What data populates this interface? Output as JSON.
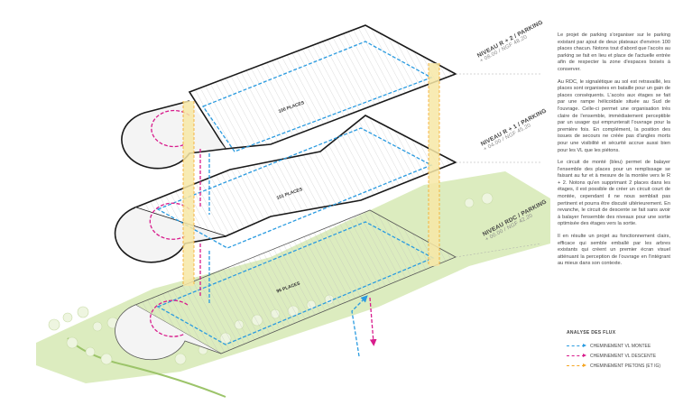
{
  "levels": [
    {
      "id": "r2",
      "name": "NIVEAU R + 2 / PARKING",
      "elevation": "+ 08.00 / NGF 48.20",
      "places": "100 PLACES"
    },
    {
      "id": "r1",
      "name": "NIVEAU R + 1 / PARKING",
      "elevation": "+ 04.00 / NGF 45.20",
      "places": "101 PLACES"
    },
    {
      "id": "rdc",
      "name": "NIVEAU RDC / PARKING",
      "elevation": "+ 00.00 / NGF 42.20",
      "places": "96 PLACES"
    }
  ],
  "text": {
    "p1": "Le projet de parking s'organiser sur le parking existant par ajout de deux plateaux d'environ 100 places chacun. Notons tout d'abord que l'accès au parking se fait en lieu et place de l'actuelle entrée afin de respecter la zone d'espaces boisés à conserver.",
    "p2": "Au RDC, le signalétique au sol est retravaillé, les places sont organisées en bataille pour un gain de places conséquents. L'accès aux étages se fait par une rampe hélicoïdale située au Sud de l'ouvrage. Celle-ci permet une organisation très claire de l'ensemble, immédiatement perceptible par un usager qui emprunterait l'ouvrage pour la première fois. En complément, la position des issues de secours ne créée pas d'angles morts pour une visibilité et sécurité accrue aussi bien pour les VL que les piétons.",
    "p3": "Le circuit de monté (bleu) permet de balayer l'ensemble des places pour un remplissage se faisant au fur et à mesure de la montée vers le R + 2. Notons qu'en supprimant 2 places dans les étages, il est possible de créer un circuit court de montée, cependant il ne nous semblait pas pertinent et pourra être discuté ultérieurement. En revanche, le circuit de descente se fait sans avoir à balayer l'ensemble des niveaux pour une sortie optimisée des étages vers la sortie.",
    "p4": "Il en résulte un projet au fonctionnement clairs, efficace qui semble emballé par les arbres existants qui créent un premier écran visuel atténuant la perception de l'ouvrage en l'intégrant au mieux dans son contexte."
  },
  "legend": {
    "title": "ANALYSE DES FLUX",
    "items": [
      {
        "label": "CHEMINEMENT VL MONTEE",
        "color": "#2a9be0"
      },
      {
        "label": "CHEMINEMENT VL DESCENTE",
        "color": "#d81b8c"
      },
      {
        "label": "CHEMINEMENT PIETONS (ET IG)",
        "color": "#f5a623"
      }
    ]
  },
  "colors": {
    "up": "#2a9be0",
    "down": "#d81b8c",
    "ped": "#f5a623",
    "green": "#d6e9b4",
    "slab": "#1a1a1a"
  }
}
